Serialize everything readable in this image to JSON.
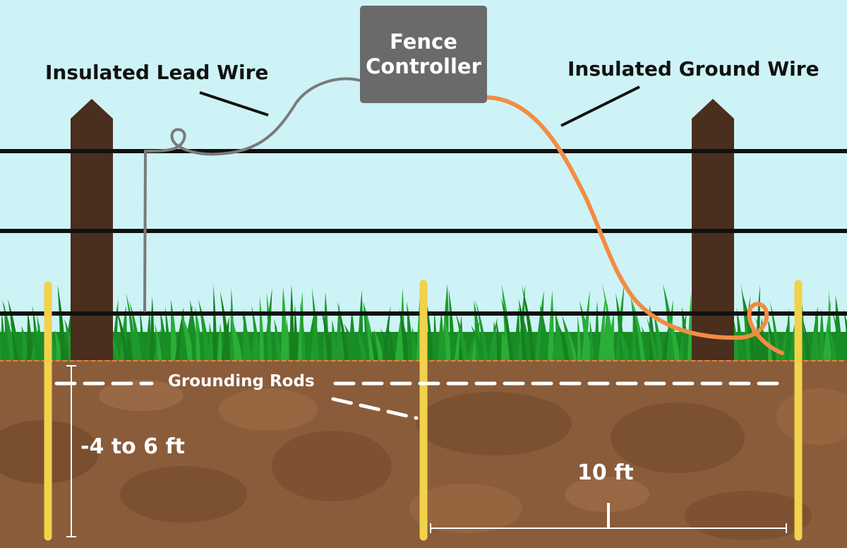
{
  "controller": {
    "line1": "Fence",
    "line2": "Controller"
  },
  "labels": {
    "lead_wire": "Insulated Lead Wire",
    "ground_wire": "Insulated Ground Wire",
    "grounding_rods": "Grounding Rods",
    "depth": "-4 to 6 ft",
    "spacing": "10 ft"
  },
  "colors": {
    "sky": "#cdf3f6",
    "soil": "#8a5c3a",
    "grass": "#1f9a2c",
    "post": "#4a2e1e",
    "fence_wire": "#111111",
    "lead_wire": "#7a7a7a",
    "ground_wire": "#f28c44",
    "grounding_rod": "#f2d24a",
    "controller": "#6a6a6a"
  }
}
